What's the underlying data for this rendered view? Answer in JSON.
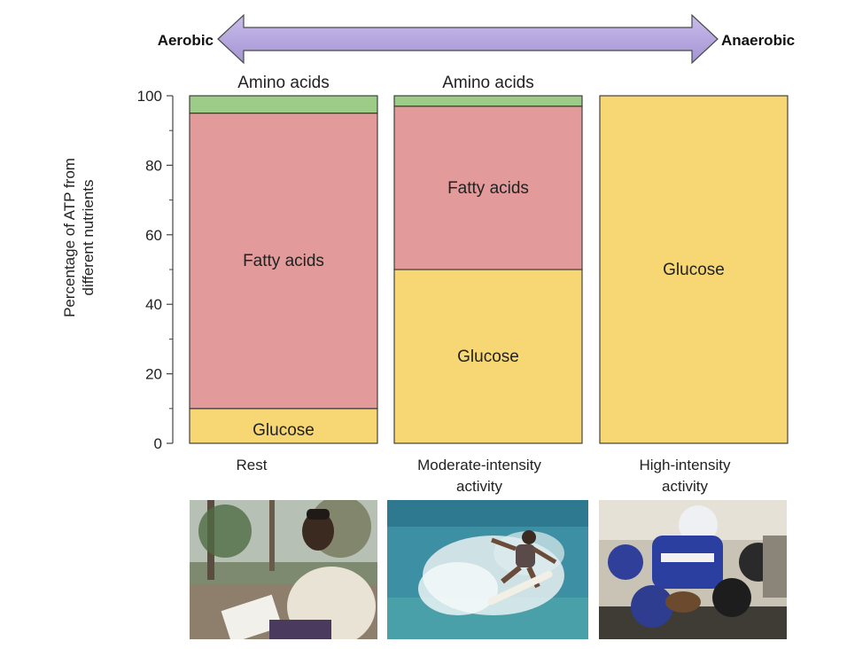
{
  "arrow": {
    "left_label": "Aerobic",
    "right_label": "Anaerobic",
    "color": "#b3a5dc"
  },
  "chart_data": {
    "type": "bar",
    "stacked": true,
    "categories": [
      "Rest",
      "Moderate-intensity activity",
      "High-intensity activity"
    ],
    "series": [
      {
        "name": "Glucose",
        "values": [
          10,
          50,
          100
        ],
        "color": "#f7d774"
      },
      {
        "name": "Fatty acids",
        "values": [
          85,
          47,
          0
        ],
        "color": "#e29a9a"
      },
      {
        "name": "Amino acids",
        "values": [
          5,
          3,
          0
        ],
        "color": "#9ccc87"
      }
    ],
    "ylabel": "Percentage of ATP from different nutrients",
    "ylim": [
      0,
      100
    ],
    "yticks": [
      0,
      20,
      40,
      60,
      80,
      100
    ],
    "grid": false,
    "legend": "none"
  },
  "photos": [
    {
      "category": "Rest",
      "icon": "person-reading-photo"
    },
    {
      "category": "Moderate-intensity activity",
      "icon": "surfer-photo"
    },
    {
      "category": "High-intensity activity",
      "icon": "football-tackle-photo"
    }
  ]
}
